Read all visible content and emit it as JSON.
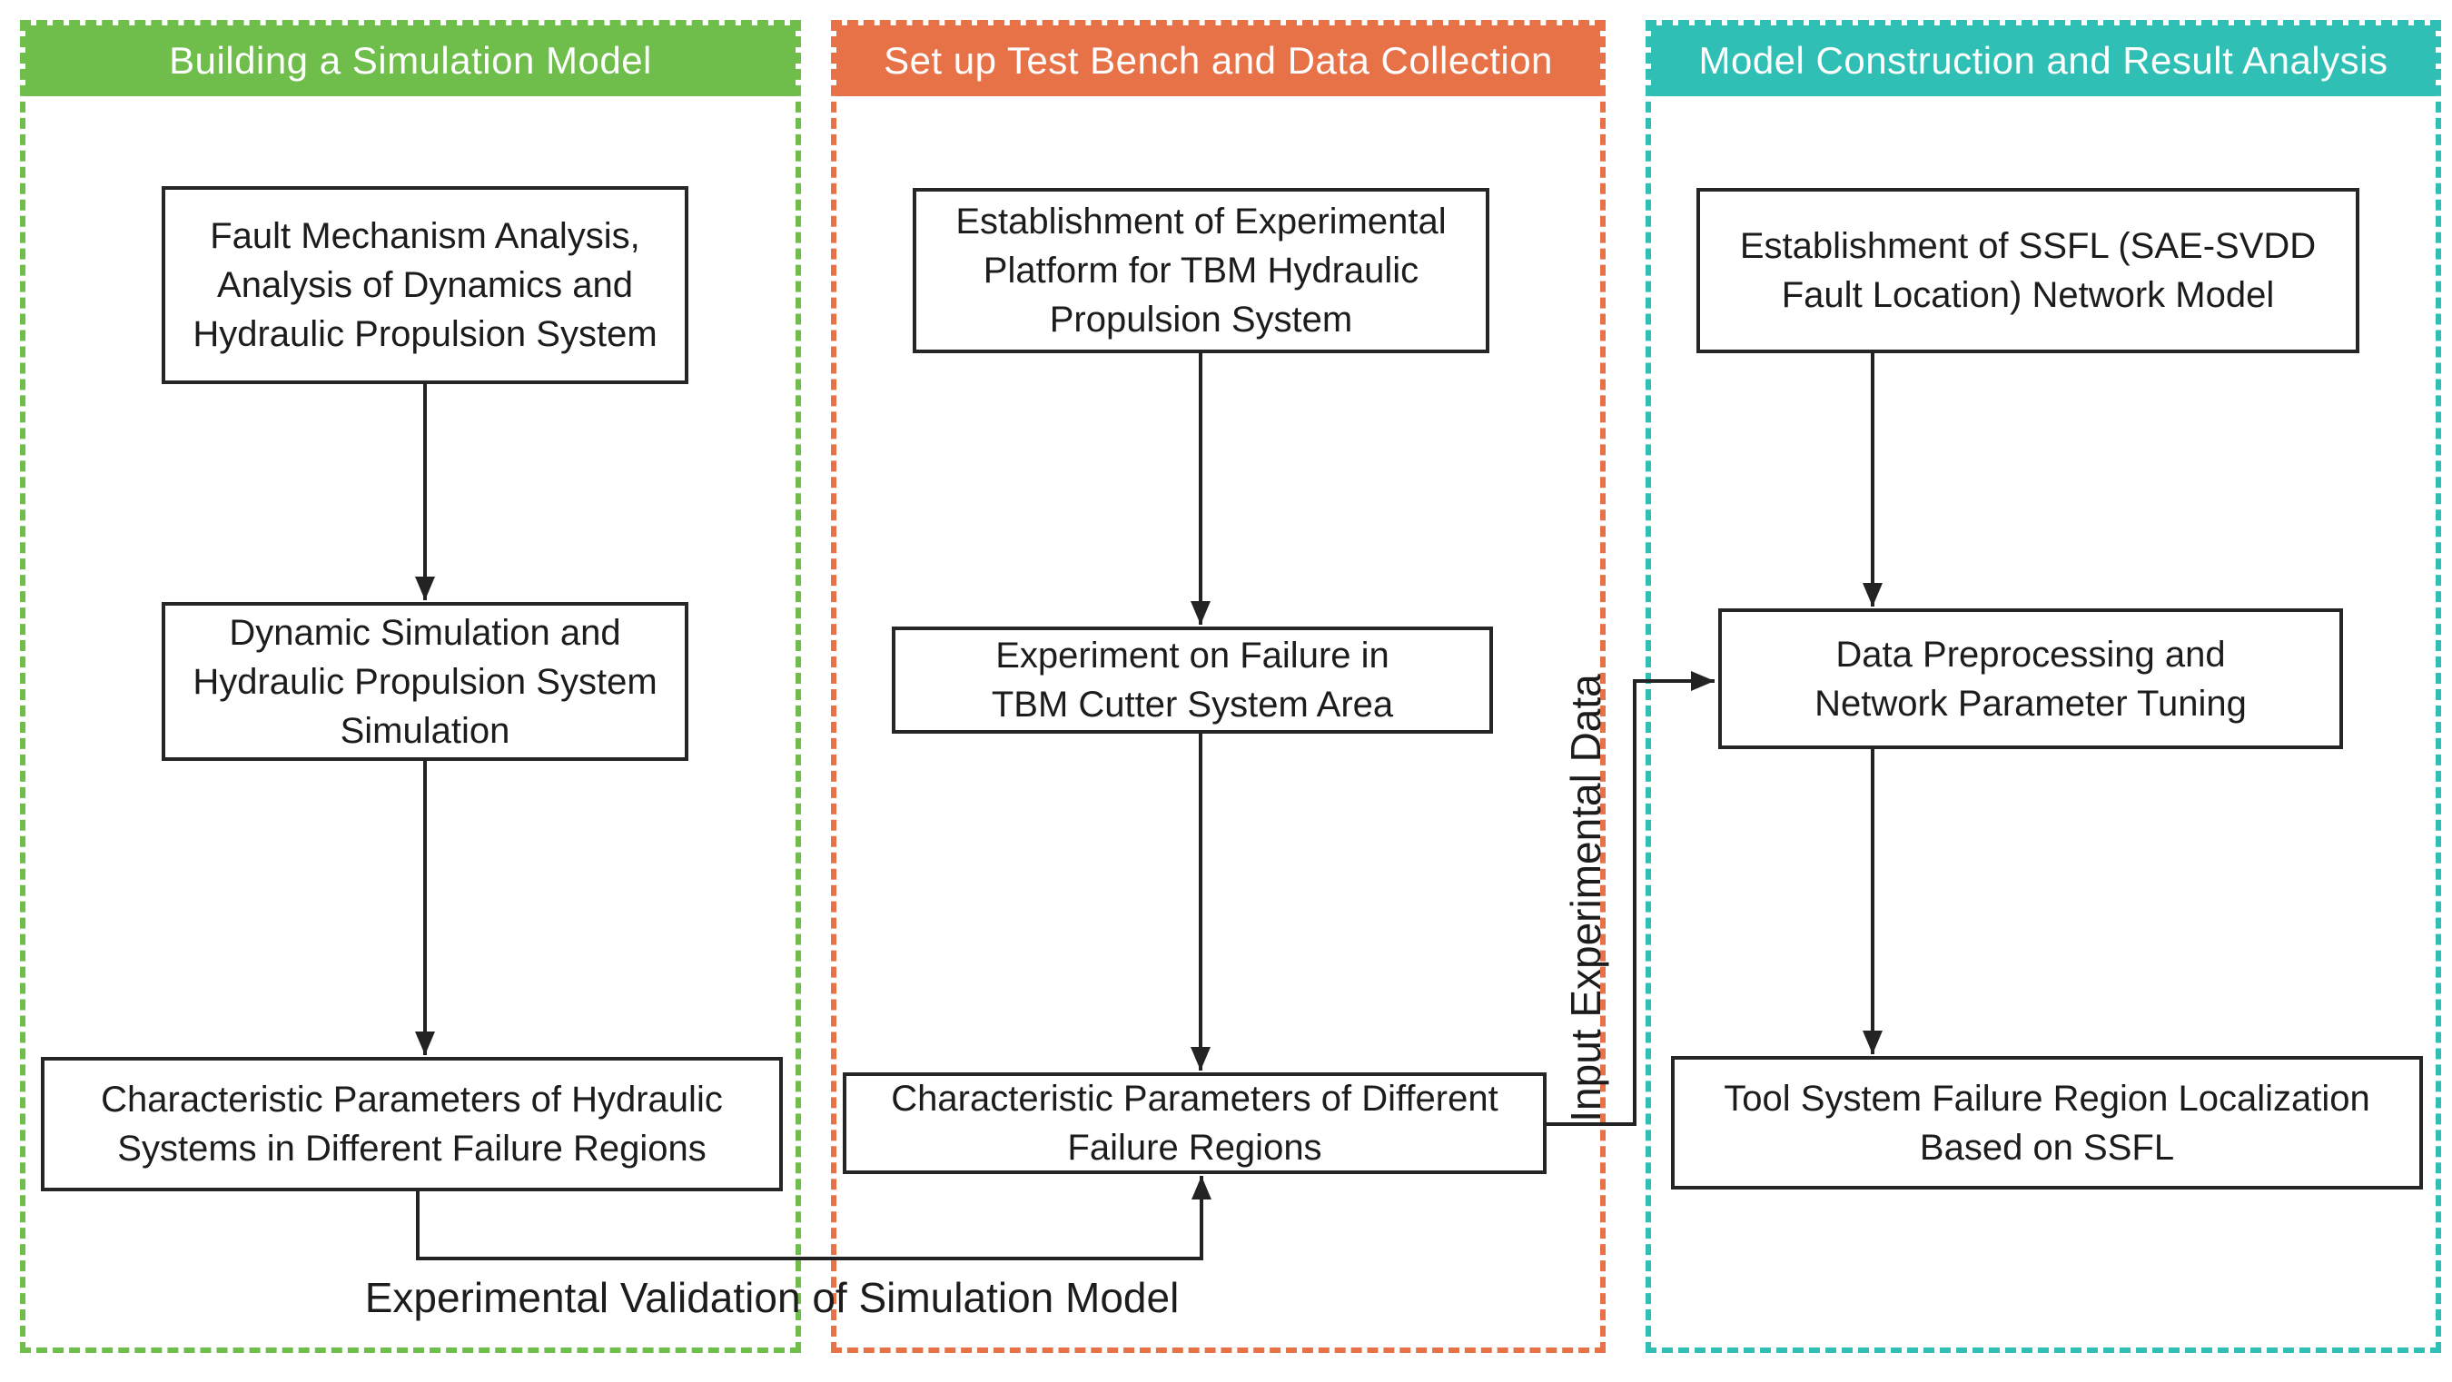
{
  "diagram": {
    "columns": [
      {
        "title": "Building a Simulation Model",
        "accent": "#6fbd4b",
        "boxes": [
          "Fault Mechanism Analysis,\nAnalysis of Dynamics and\nHydraulic Propulsion System",
          "Dynamic Simulation and\nHydraulic Propulsion System\nSimulation",
          "Characteristic Parameters of Hydraulic\nSystems in Different Failure Regions"
        ]
      },
      {
        "title": "Set up Test Bench and Data Collection",
        "accent": "#e87248",
        "boxes": [
          "Establishment of Experimental\nPlatform for TBM Hydraulic\nPropulsion System",
          "Experiment on Failure in\nTBM Cutter System Area",
          "Characteristic Parameters of Different\nFailure Regions"
        ]
      },
      {
        "title": "Model Construction and Result Analysis",
        "accent": "#2fbfb5",
        "boxes": [
          "Establishment of SSFL (SAE-SVDD\nFault Location) Network Model",
          "Data Preprocessing and\nNetwork Parameter Tuning",
          "Tool System Failure Region Localization\nBased on SSFL"
        ]
      }
    ],
    "annotations": {
      "experimental_validation": "Experimental Validation of Simulation Model",
      "input_experimental_data": "Input Experimental Data"
    }
  }
}
